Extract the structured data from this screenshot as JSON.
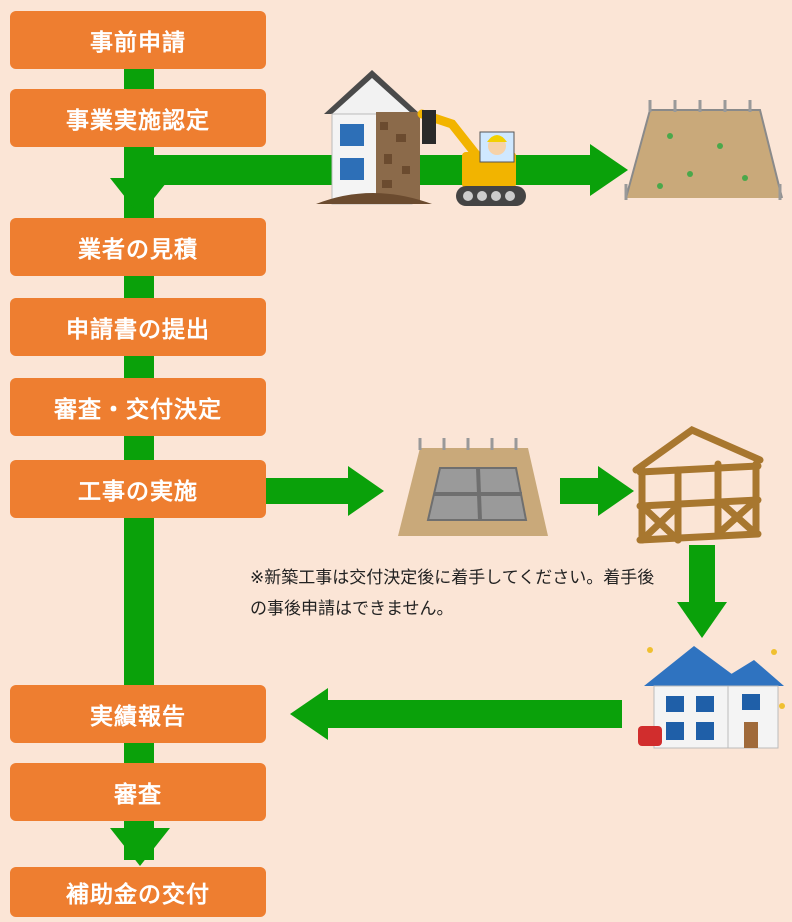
{
  "steps": [
    "事前申請",
    "事業実施認定",
    "業者の見積",
    "申請書の提出",
    "審査・交付決定",
    "工事の実施",
    "実績報告",
    "審査",
    "補助金の交付"
  ],
  "note": "※新築工事は交付決定後に着手してください。着手後の事後申請はできません。",
  "colors": {
    "step_box": "#ee7e30",
    "arrow": "#0aa10a",
    "background": "#fbe5d6"
  },
  "illustrations": [
    "demolition-icon",
    "vacant-lot-icon",
    "foundation-icon",
    "wood-frame-icon",
    "new-house-icon"
  ]
}
